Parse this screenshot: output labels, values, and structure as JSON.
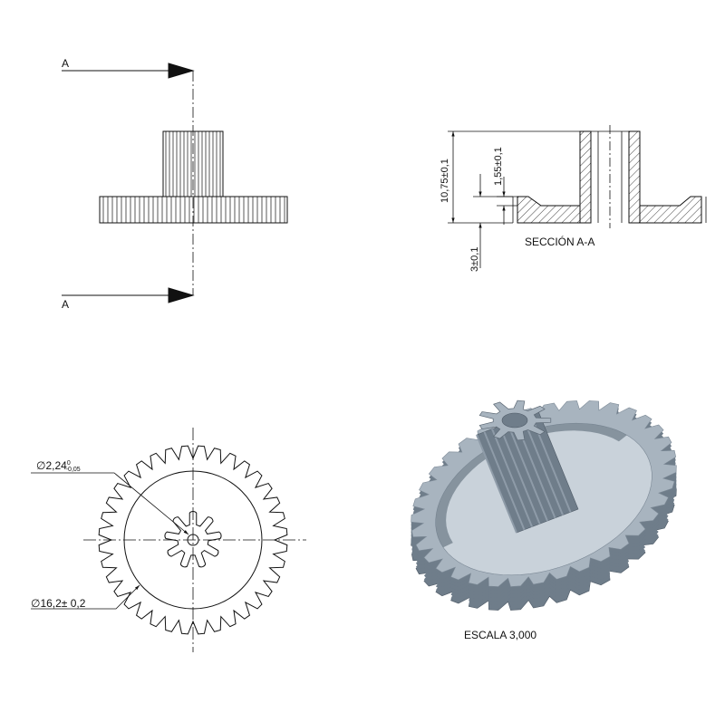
{
  "section_marker": "A",
  "section_title": "SECCIÓN A-A",
  "dimensions": {
    "total_height": "10,75±0,1",
    "hub_step": "1,55±0,1",
    "base_thickness": "3±0,1",
    "bore_diameter_nominal": "∅2,24",
    "bore_tol_upper": "0",
    "bore_tol_lower": "-0,05",
    "outer_diameter": "∅16,2± 0,2"
  },
  "scale_label": "ESCALA 3,000",
  "gear": {
    "teeth": 36,
    "pinion_teeth": 9
  },
  "colors": {
    "line": "#111111",
    "render_fill": "#a8b4bf",
    "render_dark": "#6f7d8a",
    "render_light": "#c9d2da"
  }
}
